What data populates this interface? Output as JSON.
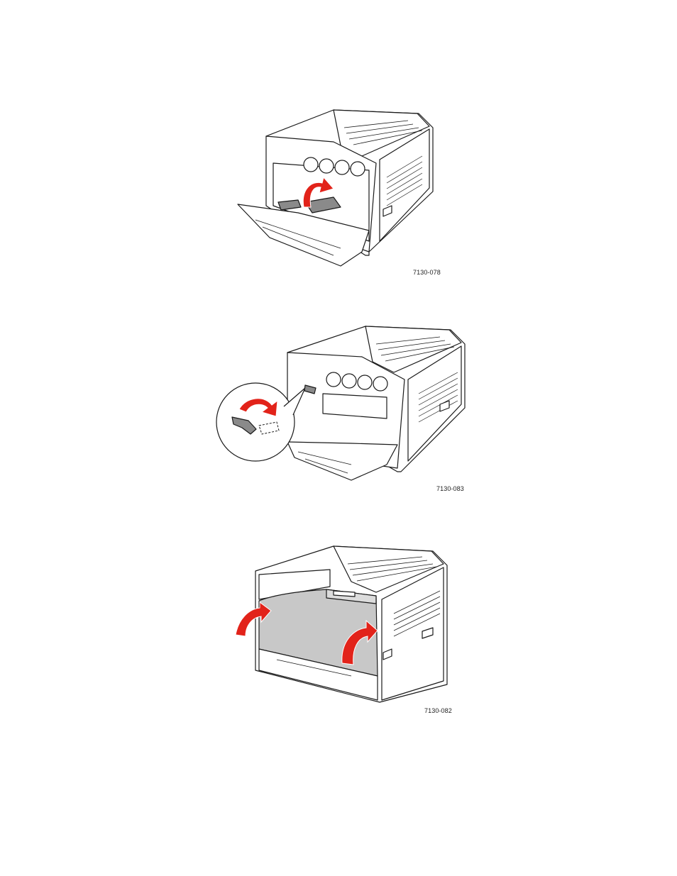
{
  "figures": [
    {
      "code": "7130-078",
      "illustration": "printer-front-door-open-lever-raise",
      "arrow_color": "#e2231a"
    },
    {
      "code": "7130-083",
      "illustration": "printer-front-door-open-lever-rotate-callout",
      "arrow_color": "#e2231a"
    },
    {
      "code": "7130-082",
      "illustration": "printer-front-door-close",
      "arrow_color": "#e2231a"
    }
  ],
  "colors": {
    "line": "#1a1a1a",
    "door_fill": "#c8c8c8",
    "lever_fill": "#8a8a8a",
    "arrow": "#e2231a"
  }
}
